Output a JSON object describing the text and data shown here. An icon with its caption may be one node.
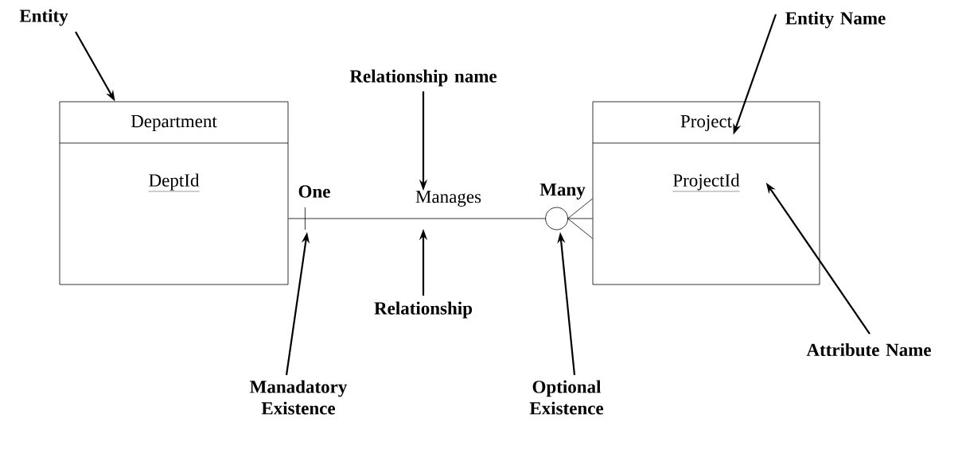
{
  "diagram": {
    "nodes": [
      {
        "text": [
          "Department",
          "DeptId"
        ]
      },
      {
        "text": [
          "Project",
          "ProjectId"
        ]
      },
      {
        "text": [
          "Entity"
        ]
      },
      {
        "text": [
          "Entity Name"
        ]
      },
      {
        "text": [
          "Relationship name"
        ]
      },
      {
        "text": [
          "Relationship"
        ]
      },
      {
        "text": [
          "Manadatory Existence"
        ]
      },
      {
        "text": [
          "Optional Existence"
        ]
      },
      {
        "text": [
          "Attribute Name"
        ]
      }
    ],
    "edges": [
      {
        "from": 0,
        "to": 1,
        "arrow": "other",
        "label": "Manages"
      },
      {
        "from": 2,
        "to": 0,
        "arrow": "to"
      },
      {
        "from": 3,
        "to": 1,
        "arrow": "to"
      },
      {
        "from": 4,
        "to": null,
        "arrow": "to"
      },
      {
        "from": 5,
        "to": null,
        "arrow": "to"
      },
      {
        "from": 6,
        "to": null,
        "arrow": "to"
      },
      {
        "from": 7,
        "to": null,
        "arrow": "to"
      },
      {
        "from": 8,
        "to": 1,
        "arrow": "to"
      }
    ],
    "labels": [
      "One",
      "Many"
    ]
  }
}
